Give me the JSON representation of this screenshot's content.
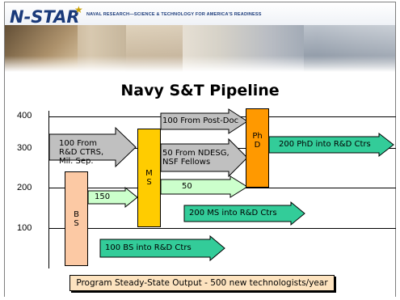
{
  "header": {
    "logo_text": "N-STAR",
    "tagline": "NAVAL RESEARCH—SCIENCE & TECHNOLOGY FOR AMERICA'S READINESS"
  },
  "title": "Navy S&T Pipeline",
  "y_axis": {
    "ticks": [
      "400",
      "300",
      "200",
      "100"
    ]
  },
  "stages": {
    "bs": "BS",
    "ms": "MS",
    "phd": "PhD"
  },
  "arrows": {
    "rd_ctrs_in": "100 From R&D CTRS, Mil. Sep.",
    "bs_to_ms": "150",
    "postdoc_in": "100 From Post-Doc",
    "ndesg_in": "50 From NDESG, NSF Fellows",
    "ms_to_phd": "50",
    "phd_out": "200 PhD into R&D Ctrs",
    "ms_out": "200 MS into R&D Ctrs",
    "bs_out": "100 BS into R&D Ctrs"
  },
  "footer": "Program Steady-State Output - 500 new technologists/year",
  "colors": {
    "bs_fill": "#fcc9a4",
    "ms_fill": "#ffcc00",
    "phd_fill": "#ff9900",
    "gray_arrow": "#c0c0c0",
    "green_arrow": "#33cc99",
    "light_green_arrow": "#ccffcc",
    "footer_fill": "#fde3bf"
  }
}
